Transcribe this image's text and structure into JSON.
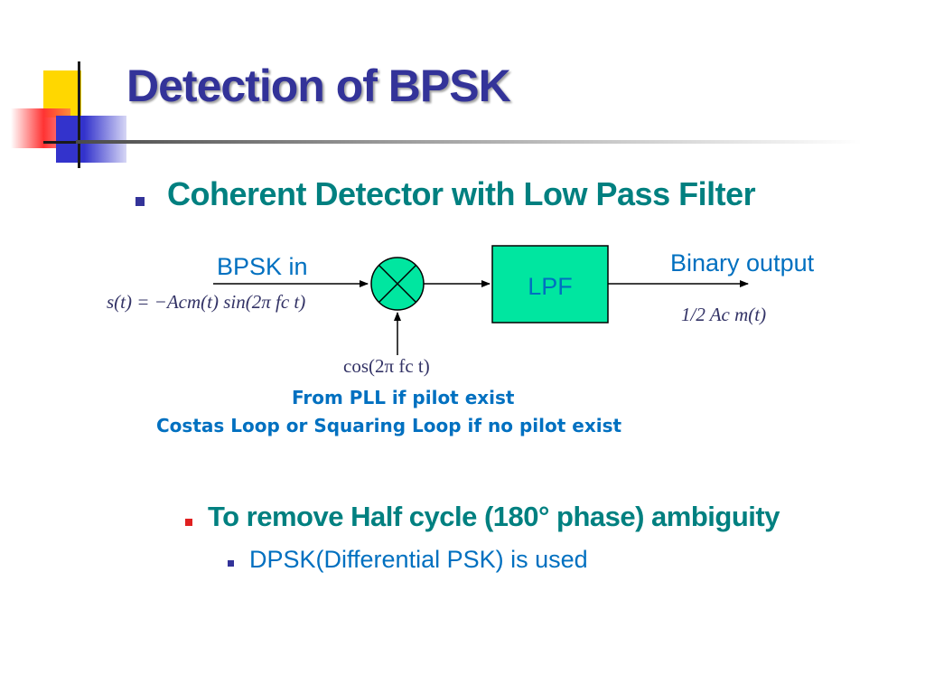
{
  "slide": {
    "title": "Detection of BPSK",
    "bullets": [
      {
        "text": "Coherent Detector with Low Pass Filter"
      },
      {
        "text": "To remove Half cycle (180° phase) ambiguity"
      },
      {
        "text": "DPSK(Differential PSK) is used"
      }
    ]
  },
  "diagram": {
    "input_label": "BPSK in",
    "lpf_label": "LPF",
    "output_label": "Binary output",
    "input_equation": "s(t) = −Acm(t) sin(2π fc t)",
    "carrier_equation": "cos(2π fc t)",
    "output_equation": "1/2 Ac m(t)",
    "notes": [
      "From PLL if pilot exist",
      "Costas Loop or Squaring Loop if no pilot exist"
    ],
    "colors": {
      "lpf_fill": "#00e6a0",
      "mixer_fill": "#00e6a0",
      "label_blue": "#0070c0",
      "bullet_teal": "#008080",
      "title_navy": "#333399"
    }
  }
}
